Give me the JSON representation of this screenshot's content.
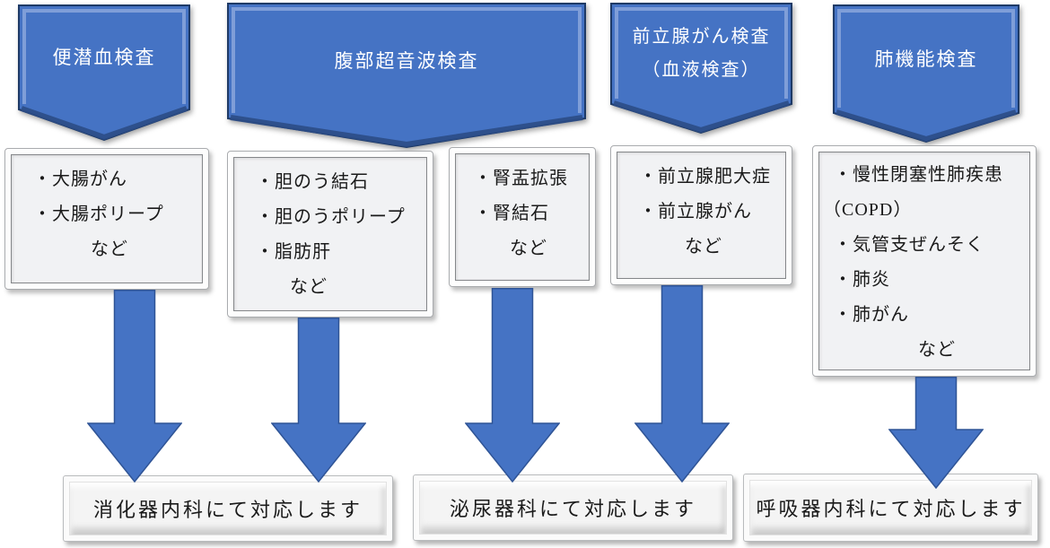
{
  "colors": {
    "banner_fill": "#4573C4",
    "banner_border": "#1E3A66",
    "arrow_fill": "#4573C4",
    "arrow_border": "#2F5496",
    "box_bg": "#F1F2F4",
    "text": "#1A1A1A",
    "banner_text": "#FFFFFF"
  },
  "banners": [
    {
      "label": "便潜血検査"
    },
    {
      "label": "腹部超音波検査"
    },
    {
      "label": "前立腺がん検査",
      "label2": "（血液検査）"
    },
    {
      "label": "肺機能検査"
    }
  ],
  "condition_boxes": [
    {
      "items": [
        "・大腸がん",
        "・大腸ポリープ"
      ],
      "etc": "など"
    },
    {
      "items": [
        "・胆のう結石",
        "・胆のうポリープ",
        "・脂肪肝"
      ],
      "etc": "など"
    },
    {
      "items": [
        "・腎盂拡張",
        "・腎結石"
      ],
      "etc": "など"
    },
    {
      "items": [
        "・前立腺肥大症",
        "・前立腺がん"
      ],
      "etc": "など"
    },
    {
      "items": [
        "・慢性閉塞性肺疾患",
        "（COPD）",
        "・気管支ぜんそく",
        "・肺炎",
        "・肺がん"
      ],
      "etc": "など"
    }
  ],
  "departments": [
    {
      "label": "消化器内科にて対応します"
    },
    {
      "label": "泌尿器科にて対応します"
    },
    {
      "label": "呼吸器内科にて対応します"
    }
  ]
}
